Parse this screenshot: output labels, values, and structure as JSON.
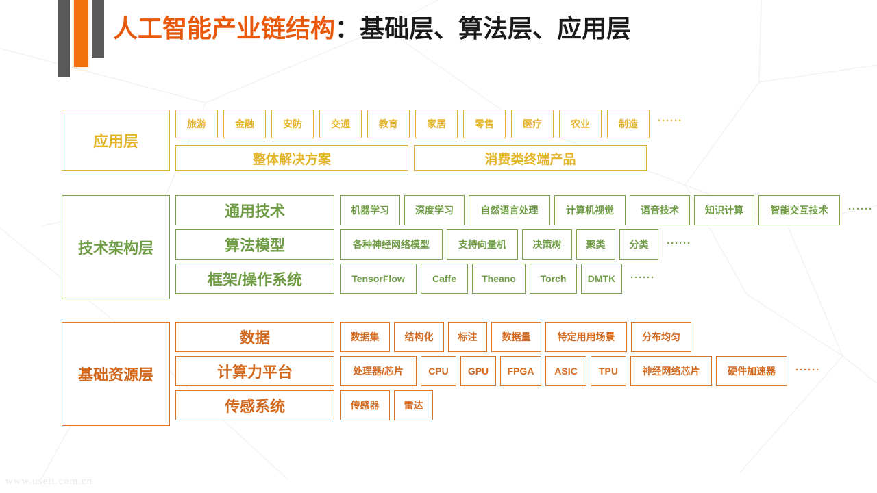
{
  "slide": {
    "title_main": "人工智能产业链结构",
    "title_colon": "：",
    "title_sub": "基础层、算法层、应用层",
    "watermark": "www.useit.com.cn",
    "accent_orange": "#E8590C",
    "accent_gray": "#595959"
  },
  "layers": [
    {
      "id": "application",
      "label": "应用层",
      "color": "#E2B13C",
      "chips": [
        "旅游",
        "金融",
        "安防",
        "交通",
        "教育",
        "家居",
        "零售",
        "医疗",
        "农业",
        "制造"
      ],
      "chips_ellipsis": "······",
      "wide_boxes": [
        "整体解决方案",
        "消费类终端产品"
      ]
    },
    {
      "id": "technology",
      "label": "技术架构层",
      "color": "#79A14C",
      "rows": [
        {
          "title": "通用技术",
          "chips": [
            "机器学习",
            "深度学习",
            "自然语言处理",
            "计算机视觉",
            "语音技术",
            "知识计算",
            "智能交互技术"
          ],
          "ellipsis": "······"
        },
        {
          "title": "算法模型",
          "chips": [
            "各种神经网络模型",
            "支持向量机",
            "决策树",
            "聚类",
            "分类"
          ],
          "ellipsis": "······"
        },
        {
          "title": "框架/操作系统",
          "chips": [
            "TensorFlow",
            "Caffe",
            "Theano",
            "Torch",
            "DMTK"
          ],
          "ellipsis": "······"
        }
      ]
    },
    {
      "id": "foundation",
      "label": "基础资源层",
      "color": "#D9752B",
      "rows": [
        {
          "title": "数据",
          "chips": [
            "数据集",
            "结构化",
            "标注",
            "数据量",
            "特定用用场景",
            "分布均匀"
          ],
          "ellipsis": ""
        },
        {
          "title": "计算力平台",
          "chips": [
            "处理器/芯片",
            "CPU",
            "GPU",
            "FPGA",
            "ASIC",
            "TPU",
            "神经网络芯片",
            "硬件加速器"
          ],
          "ellipsis": "······"
        },
        {
          "title": "传感系统",
          "chips": [
            "传感器",
            "雷达"
          ],
          "ellipsis": ""
        }
      ]
    }
  ]
}
